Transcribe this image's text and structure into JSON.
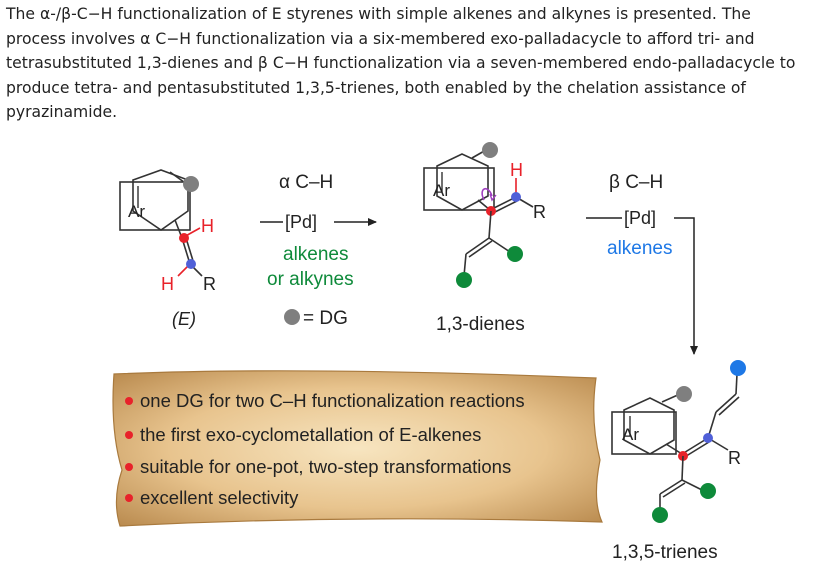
{
  "abstract": {
    "line1": "The α-/β-C−H functionalization of E styrenes with simple alkenes and alkynes is presented. The",
    "line2": "process involves α C−H functionalization via a six-membered exo-palladacycle to afford tri- and",
    "line3": "tetrasubstituted 1,3-dienes and β C−H functionalization via a seven-membered endo-palladacycle to",
    "line4": "produce tetra- and pentasubstituted 1,3,5-trienes, both enabled by the chelation assistance of",
    "line5": "pyrazinamide."
  },
  "scheme": {
    "start": {
      "ring_label": "Ar",
      "h_top": "H",
      "h_bottom": "H",
      "r": "R",
      "caption": "(E)"
    },
    "step1": {
      "site": "α C–H",
      "catalyst": "[Pd]",
      "reagent1": "alkenes",
      "reagent2": "or alkynes",
      "dg_legend": "= DG"
    },
    "diene": {
      "ring_label": "Ar",
      "h": "H",
      "r": "R",
      "caption": "1,3-dienes"
    },
    "step2": {
      "site": "β C–H",
      "catalyst": "[Pd]",
      "reagent": "alkenes"
    },
    "triene": {
      "ring_label": "Ar",
      "r": "R",
      "caption": "1,3,5-trienes"
    },
    "highlights": [
      "one DG for two C–H functionalization reactions",
      "the first exo-cyclometallation of E-alkenes",
      "suitable for one-pot, two-step transformations",
      "excellent selectivity"
    ],
    "colors": {
      "alpha_carbon": "#e8222a",
      "beta_carbon": "#5060d8",
      "hydrogen": "#e8222a",
      "directing_group": "#7f7f7f",
      "alkene_green": "#0e8a3a",
      "alkene_blue": "#1e78e6",
      "reagent_green": "#0e8a3a",
      "reagent_blue": "#1e78e6",
      "arrow_purple": "#a040c0",
      "scroll_bg": "#d9b077",
      "bullet": "#e8222a"
    }
  }
}
